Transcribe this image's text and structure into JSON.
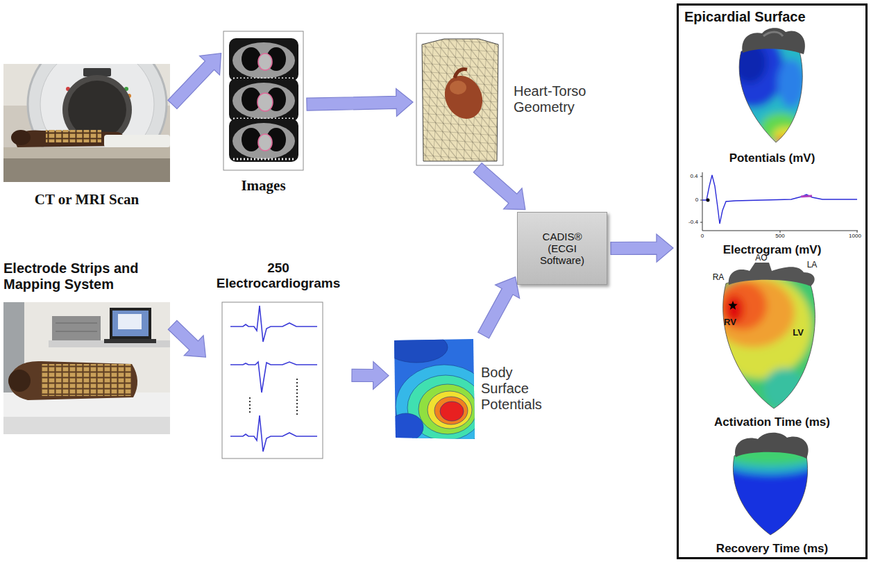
{
  "diagram": {
    "nodes": [
      {
        "text": [
          "CT or MRI Scan"
        ]
      },
      {
        "text": [
          "Images"
        ]
      },
      {
        "text": [
          "Heart-Torso Geometry"
        ]
      },
      {
        "text": [
          "Electrode Strips and Mapping System"
        ]
      },
      {
        "text": [
          "250 Electrocardiograms"
        ]
      },
      {
        "text": [
          "Body Surface Potentials"
        ]
      },
      {
        "text": [
          "CADIS® (ECGI Software)"
        ]
      },
      {
        "text": [
          "Epicardial Surface"
        ]
      },
      {
        "text": [
          "Potentials (mV)"
        ],
        "in": 7
      },
      {
        "text": [
          "Electrogram (mV)"
        ],
        "in": 7
      },
      {
        "text": [
          "Activation Time (ms)"
        ],
        "in": 7
      },
      {
        "text": [
          "Recovery Time (ms)"
        ],
        "in": 7
      }
    ],
    "edges": [
      {
        "from": 0,
        "to": 1,
        "arrow": "to"
      },
      {
        "from": 1,
        "to": 2,
        "arrow": "to"
      },
      {
        "from": 2,
        "to": 6,
        "arrow": "to"
      },
      {
        "from": 3,
        "to": 4,
        "arrow": "to"
      },
      {
        "from": 4,
        "to": 5,
        "arrow": "to"
      },
      {
        "from": 5,
        "to": 6,
        "arrow": "to"
      },
      {
        "from": 6,
        "to": 7,
        "arrow": "to"
      }
    ],
    "labels": [
      "AO",
      "LA",
      "RA",
      "RV",
      "LV",
      "0.4",
      "0",
      "-0.4",
      "0",
      "500",
      "1000"
    ]
  }
}
